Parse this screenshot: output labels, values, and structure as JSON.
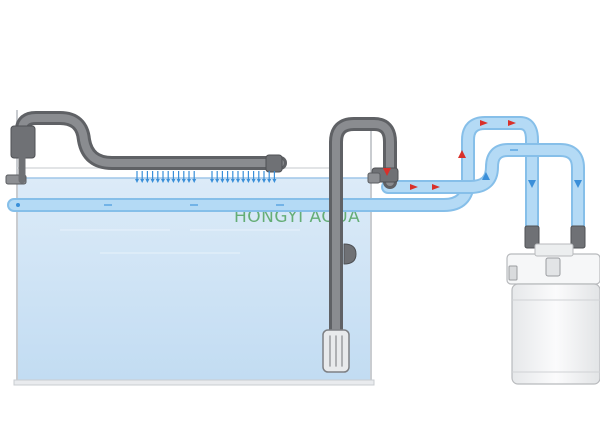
{
  "diagram": {
    "watermark": "HONGYI AQUA",
    "colors": {
      "background": "#ffffff",
      "tank_outline": "#c9ccd0",
      "water": "#cfe4f6",
      "water_dark": "#b9d6ef",
      "hose": "#a7d2f2",
      "hose_edge": "#86bfe9",
      "pipe": "#7e8084",
      "pipe_dark": "#5a5c60",
      "flow_arrow_blue": "#3a8fd9",
      "flow_arrow_red": "#d9302a",
      "canister": "#f4f5f6",
      "canister_edge": "#b8babd",
      "watermark": "#3f9a4b"
    },
    "components": [
      "tank",
      "water",
      "outflow-spray-bar",
      "inflow-intake-pipe",
      "inflow-strainer",
      "return-hose",
      "intake-hose",
      "canister-filter"
    ],
    "flow": [
      "intake-to-canister",
      "canister-to-spraybar"
    ]
  }
}
